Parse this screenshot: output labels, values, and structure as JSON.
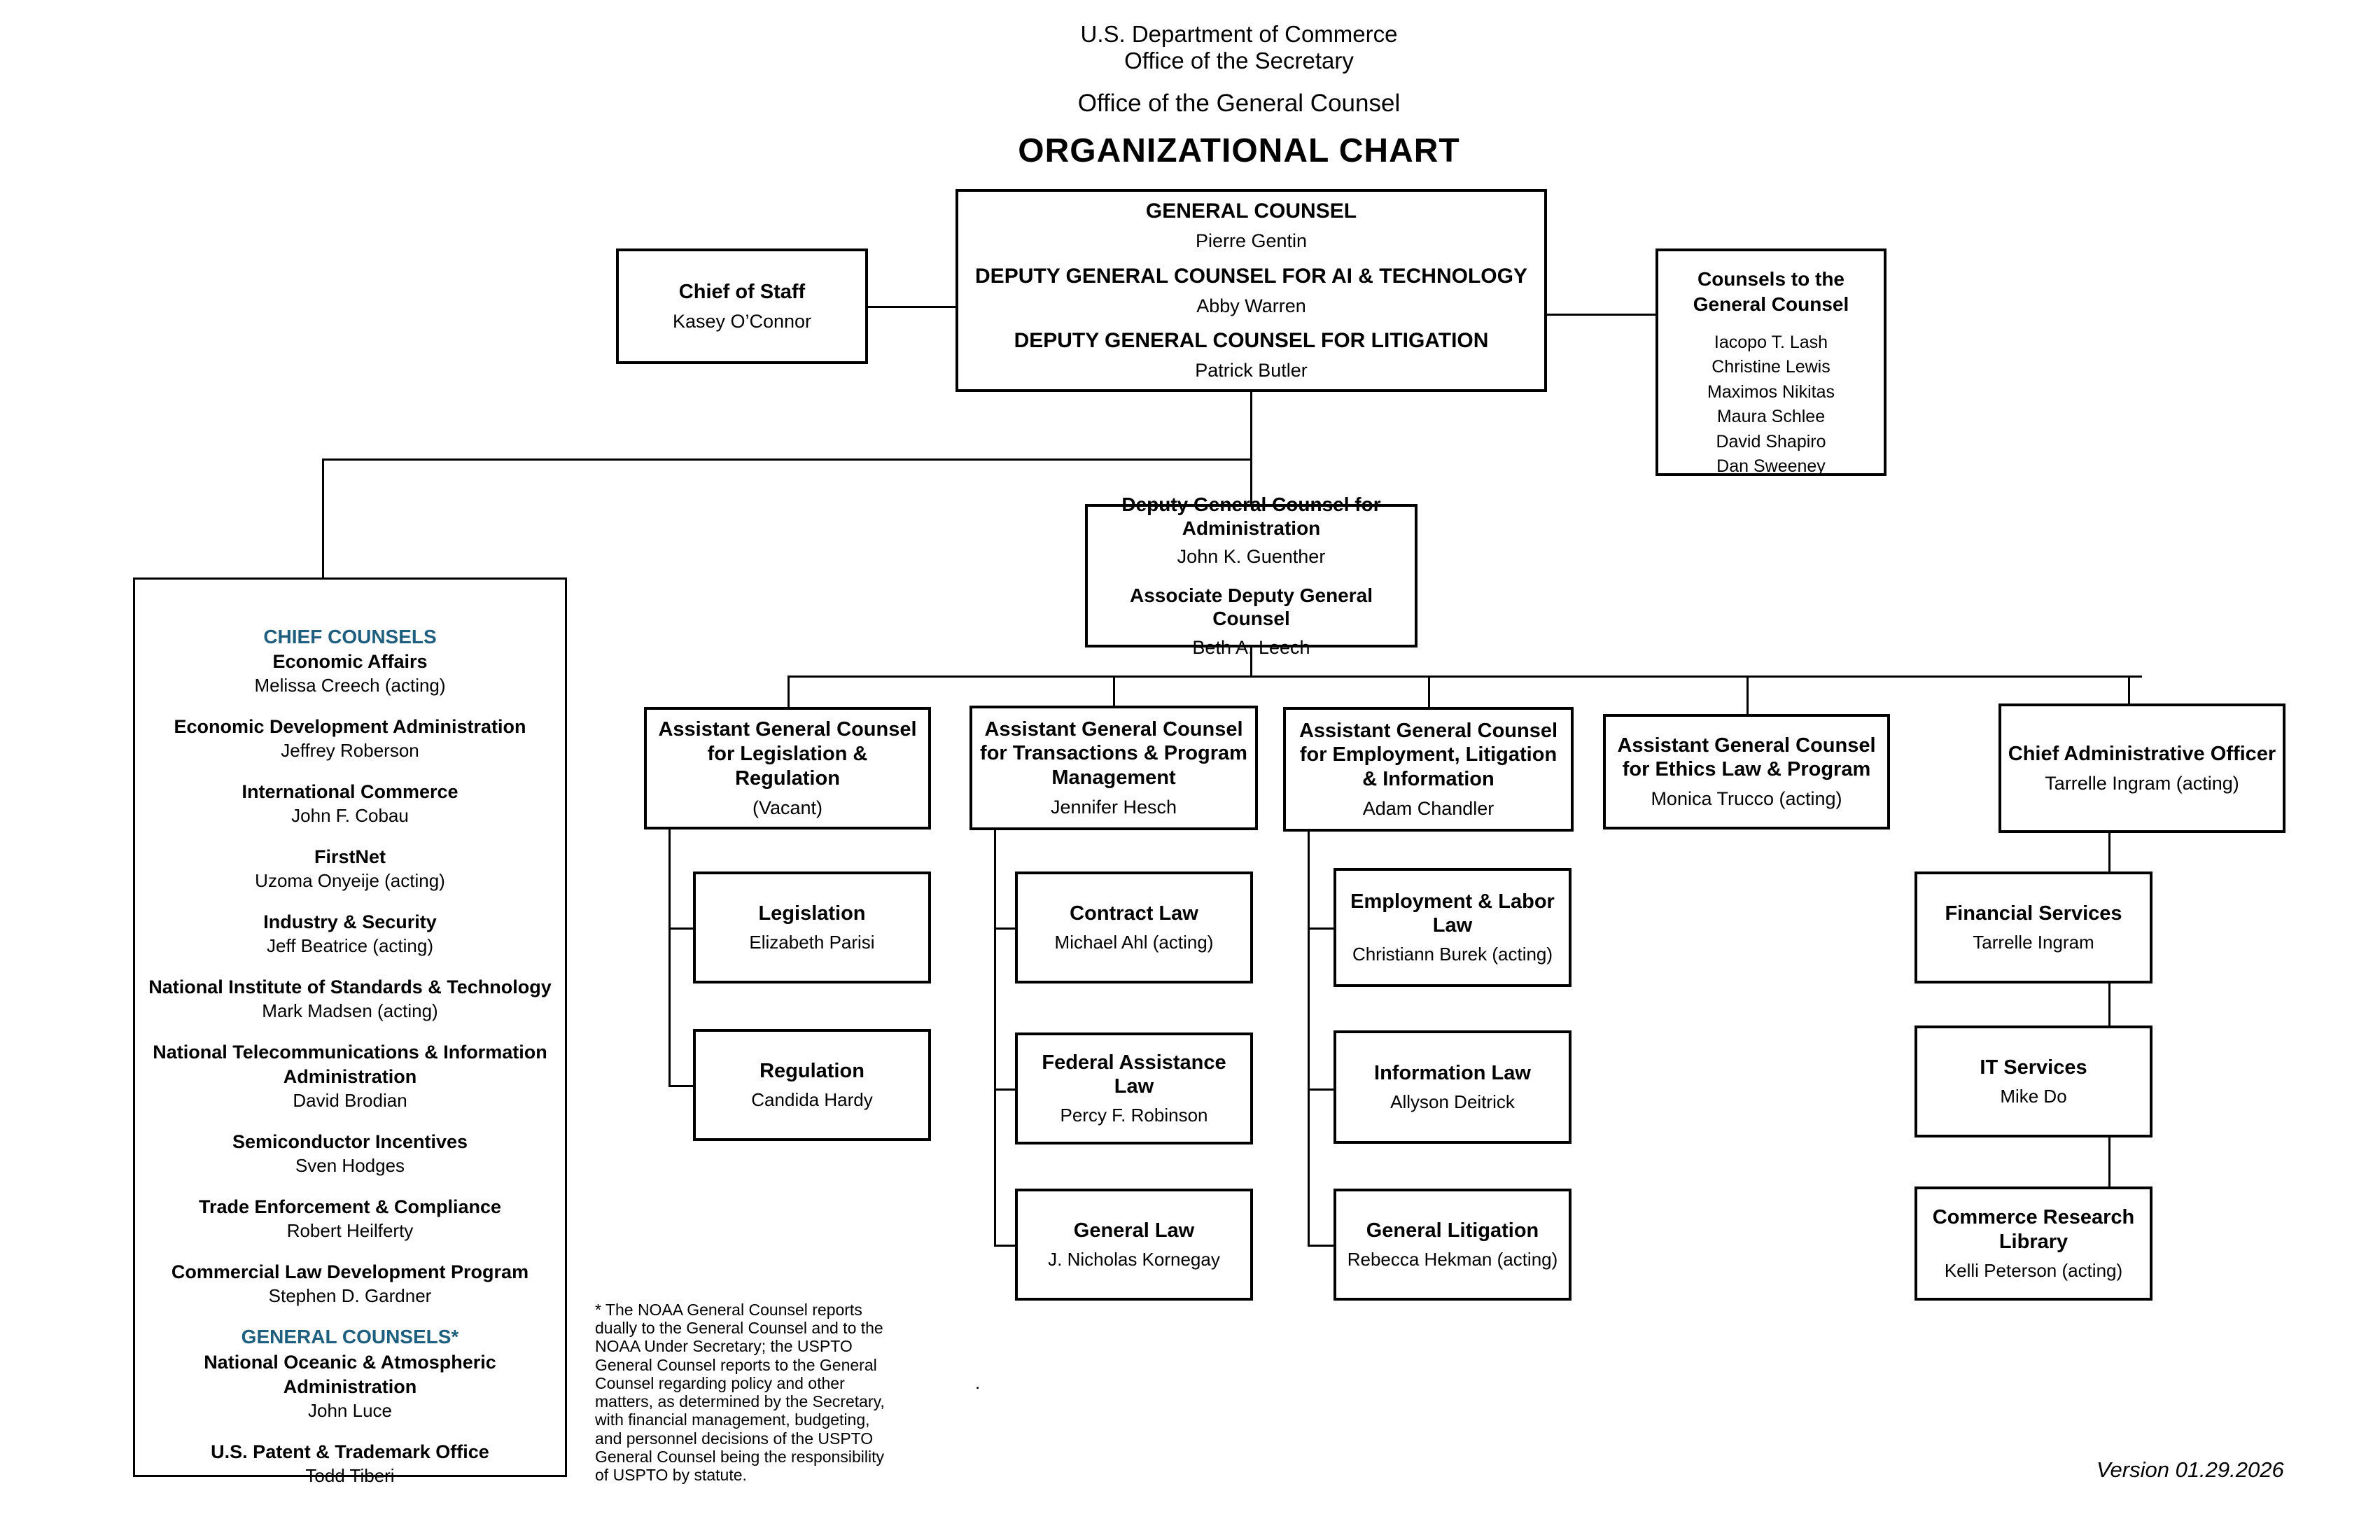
{
  "colors": {
    "heading_teal": "#1E5E7E",
    "line_black": "#000000"
  },
  "header": {
    "dept": "U.S. Department of Commerce",
    "office": "Office of the Secretary",
    "sub_office": "Office of the General Counsel",
    "title": "ORGANIZATIONAL CHART"
  },
  "chief_of_staff": {
    "title": "Chief of Staff",
    "name": "Kasey O’Connor"
  },
  "general_counsel_box": {
    "roles": [
      {
        "title": "GENERAL COUNSEL",
        "name": "Pierre Gentin"
      },
      {
        "title": "DEPUTY GENERAL COUNSEL FOR AI & TECHNOLOGY",
        "name": "Abby Warren"
      },
      {
        "title": "DEPUTY GENERAL COUNSEL FOR LITIGATION",
        "name": "Patrick Butler"
      }
    ]
  },
  "counsels_to_gc": {
    "title": "Counsels to the General Counsel",
    "names": [
      "Iacopo T. Lash",
      "Christine Lewis",
      "Maximos Nikitas",
      "Maura Schlee",
      "David Shapiro",
      "Dan Sweeney"
    ]
  },
  "deputy_admin": {
    "roles": [
      {
        "title": "Deputy General Counsel for Administration",
        "name": "John K. Guenther"
      },
      {
        "title": "Associate Deputy General Counsel",
        "name": "Beth A. Leech"
      }
    ]
  },
  "left_panel": {
    "chief_heading": "CHIEF COUNSELS",
    "chiefs": [
      {
        "title": "Economic Affairs",
        "name": "Melissa Creech (acting)"
      },
      {
        "title": "Economic Development Administration",
        "name": "Jeffrey Roberson"
      },
      {
        "title": "International Commerce",
        "name": "John F. Cobau"
      },
      {
        "title": "FirstNet",
        "name": "Uzoma Onyeije (acting)"
      },
      {
        "title": "Industry & Security",
        "name": "Jeff Beatrice (acting)"
      },
      {
        "title": "National Institute of Standards & Technology",
        "name": "Mark Madsen (acting)"
      },
      {
        "title": "National Telecommunications & Information Administration",
        "name": "David Brodian"
      },
      {
        "title": "Semiconductor Incentives",
        "name": "Sven Hodges"
      },
      {
        "title": "Trade Enforcement & Compliance",
        "name": "Robert Heilferty"
      },
      {
        "title": "Commercial Law Development Program",
        "name": "Stephen D. Gardner"
      }
    ],
    "general_heading": "GENERAL COUNSELS*",
    "generals": [
      {
        "title": "National Oceanic & Atmospheric Administration",
        "name": "John Luce"
      },
      {
        "title": "U.S. Patent & Trademark Office",
        "name": "Todd Tiberi"
      }
    ]
  },
  "columns": [
    {
      "parent": {
        "title": "Assistant General Counsel for Legislation & Regulation",
        "name": "(Vacant)"
      },
      "children": [
        {
          "title": "Legislation",
          "name": "Elizabeth Parisi"
        },
        {
          "title": "Regulation",
          "name": "Candida Hardy"
        }
      ]
    },
    {
      "parent": {
        "title": "Assistant General Counsel for Transactions & Program Management",
        "name": "Jennifer Hesch"
      },
      "children": [
        {
          "title": "Contract Law",
          "name": "Michael Ahl (acting)"
        },
        {
          "title": "Federal Assistance Law",
          "name": "Percy F. Robinson"
        },
        {
          "title": "General Law",
          "name": "J. Nicholas Kornegay"
        }
      ]
    },
    {
      "parent": {
        "title": "Assistant General Counsel for Employment, Litigation & Information",
        "name": "Adam Chandler"
      },
      "children": [
        {
          "title": "Employment & Labor Law",
          "name": "Christiann Burek (acting)"
        },
        {
          "title": "Information Law",
          "name": "Allyson Deitrick"
        },
        {
          "title": "General Litigation",
          "name": "Rebecca Hekman (acting)"
        }
      ]
    },
    {
      "parent": {
        "title": "Assistant General Counsel for Ethics Law & Program",
        "name": "Monica Trucco (acting)"
      },
      "children": []
    },
    {
      "parent": {
        "title": "Chief Administrative Officer",
        "name": "Tarrelle Ingram (acting)"
      },
      "children": [
        {
          "title": "Financial Services",
          "name": "Tarrelle Ingram"
        },
        {
          "title": "IT Services",
          "name": "Mike Do"
        },
        {
          "title": "Commerce Research Library",
          "name": "Kelli Peterson (acting)"
        }
      ]
    }
  ],
  "footnote": "* The NOAA General Counsel reports dually to the General Counsel and to the NOAA Under Secretary; the USPTO General Counsel reports to the General Counsel regarding policy and other matters, as determined by the Secretary, with financial management, budgeting, and personnel decisions of the USPTO General Counsel being the responsibility of USPTO by statute.",
  "stray_dot": ".",
  "version": "Version 01.29.2026"
}
